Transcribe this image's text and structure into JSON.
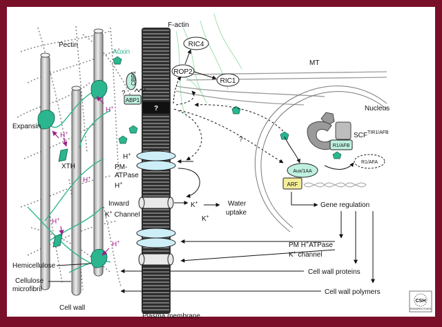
{
  "colors": {
    "border": "#7a0f2a",
    "teal": "#2bb68f",
    "teal_light": "#bff0df",
    "magenta": "#a0208a",
    "arf_yellow": "#f5ee9a",
    "membrane_dark": "#333333"
  },
  "labels": {
    "pectin": "Pectin",
    "auxin": "Auxin",
    "factin": "F-actin",
    "ric4": "RIC4",
    "rop2": "ROP2",
    "ric1": "RIC1",
    "mt": "MT",
    "nucleus": "Nucleus",
    "cbp1": "CBP1",
    "abp1": "ABP1",
    "qmark_box": "?",
    "q1": "?",
    "q2": "?",
    "expansin": "Expansin",
    "xth": "XTH",
    "hplus": "H",
    "plus": "+",
    "kplus": "K",
    "pm_atpase_1": "PM-",
    "pm_atpase_2": "ATPase",
    "inward": "Inward",
    "k_channel_suffix": "Channel",
    "water": "Water",
    "uptake": "uptake",
    "scf": "SCF",
    "scf_sup": "TIR1/AFB",
    "r1afb": "R1/AFB",
    "r1afa": "R1/AFA",
    "aux1aa": "Aux/1AA",
    "arf": "ARF",
    "gene_regulation": "Gene regulation",
    "pm_h_atpase": "PM H",
    "pm_h_atpase_suffix": "ATPase",
    "k_channel_lower": "channel",
    "cell_wall_proteins": "Cell wall proteins",
    "cell_wall_polymers": "Cell wall polymers",
    "hemicellulose": "Hemicellulose",
    "cellulose": "Cellulose",
    "microfibril": "microfibril",
    "cell_wall": "Cell wall",
    "plasma_membrane": "Plasma membrane",
    "logo_main": "CSH",
    "logo_sub": "PERSPECTIVES"
  }
}
